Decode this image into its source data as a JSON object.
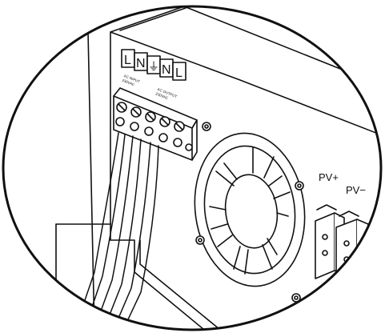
{
  "terminal_letters": [
    "L",
    "N",
    "⏚",
    "N",
    "L"
  ],
  "ac_input_label": "AC INPUT",
  "ac_input_voltage": "230VAC",
  "ac_output_label": "AC OUTPUT",
  "ac_output_voltage": "230VAC",
  "pv_positive_label": "PV+",
  "pv_negative_label": "PV−"
}
